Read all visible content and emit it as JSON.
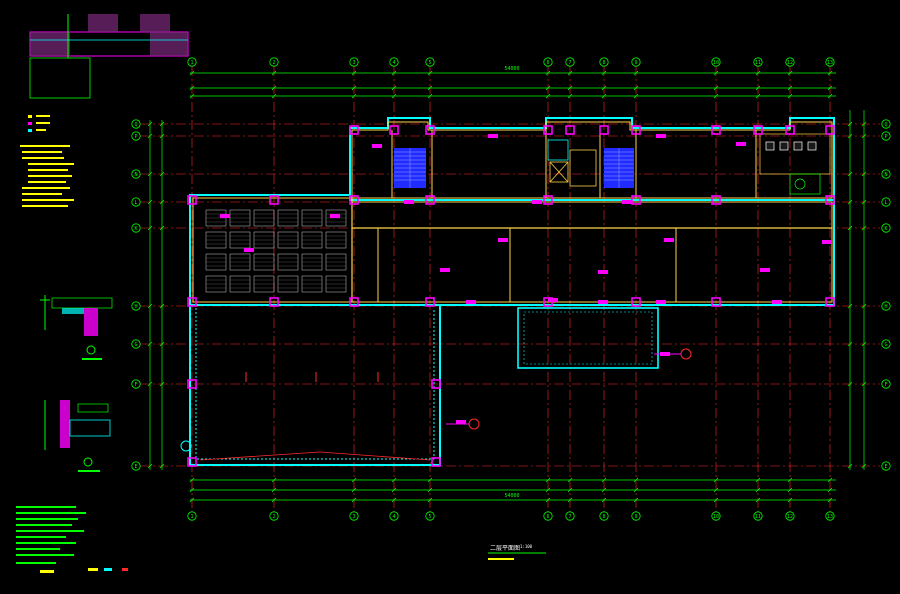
{
  "drawing": {
    "colors": {
      "background": "#000000",
      "grid_axis": "#ff2a2a",
      "dimension": "#00ff00",
      "wall": "#ffd24a",
      "insulation": "#00ffff",
      "column": "#ff00ff",
      "stair": "#1f2bff",
      "note": "#ffff00",
      "text": "#ffffff"
    },
    "column_axes": [
      "1",
      "2",
      "3",
      "4",
      "5",
      "6",
      "7",
      "8",
      "9",
      "10",
      "11",
      "12",
      "13"
    ],
    "row_axes": [
      "Q",
      "P",
      "N",
      "L",
      "K",
      "H",
      "G",
      "F",
      "E"
    ],
    "overall_dimension": "54000",
    "title": "二层平面图",
    "scale": "1:100"
  }
}
